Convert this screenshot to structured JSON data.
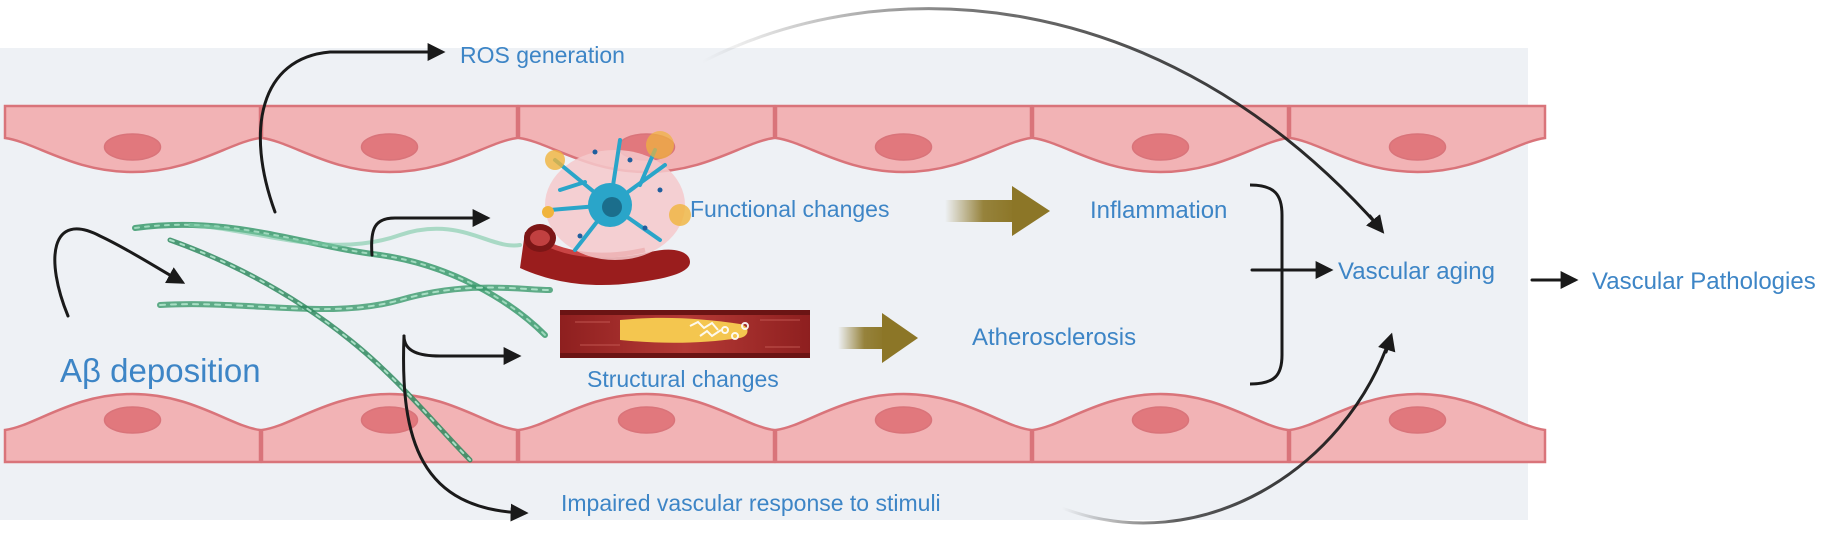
{
  "labels": {
    "ros": "ROS generation",
    "abeta": "Aβ deposition",
    "functional": "Functional changes",
    "structural": "Structural changes",
    "inflammation": "Inflammation",
    "atherosclerosis": "Atherosclerosis",
    "vascular_aging": "Vascular aging",
    "vascular_pathologies": "Vascular Pathologies",
    "impaired": "Impaired vascular response to stimuli"
  },
  "colors": {
    "vessel_background": "#eef1f5",
    "cell_fill": "#f2b3b5",
    "cell_stroke": "#d9747a",
    "nucleus_fill": "#e1787d",
    "text_blue": "#3d85c6",
    "gold_arrow": "#8c7627",
    "fibril_green": "#3a9a6c",
    "arrow_black": "#1a1a1a"
  }
}
